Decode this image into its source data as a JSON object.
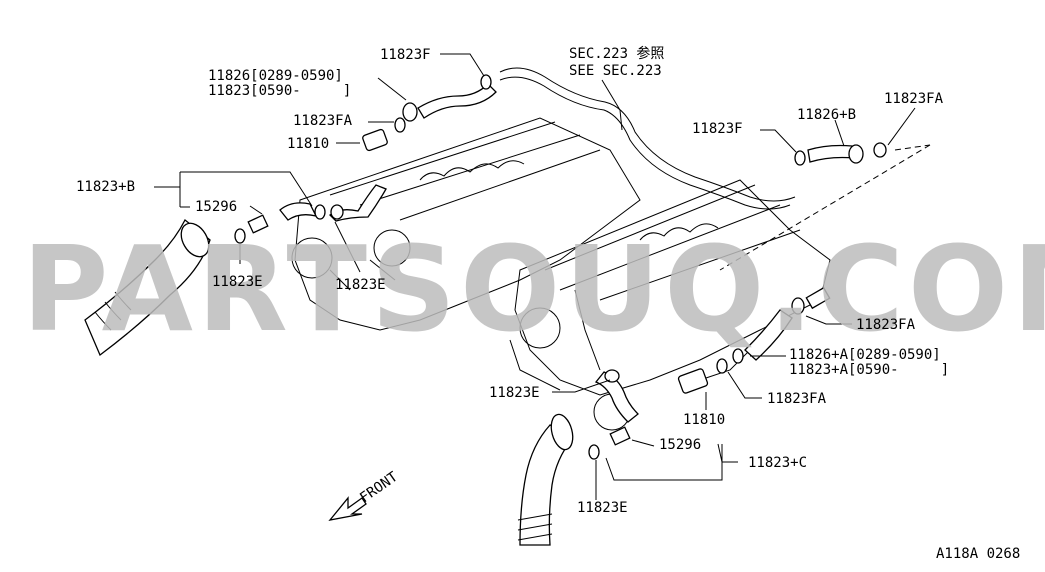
{
  "watermark": "PARTSOUQ.COM",
  "diagram_code": "A118A 0268",
  "front_label": "FRONT",
  "labels": {
    "p11823F_top": "11823F",
    "sec223_ref": "SEC.223 参照",
    "see_sec223": "SEE SEC.223",
    "p11826_range": "11826[0289-0590]",
    "p11823_range": "11823[0590-     ]",
    "p11823FA_left": "11823FA",
    "p11810_left": "11810",
    "p11823B": "11823+B",
    "p15296_left": "15296",
    "p11823E_left": "11823E",
    "p11823E_mid": "11823E",
    "p11823F_right": "11823F",
    "p11826B": "11826+B",
    "p11823FA_topright": "11823FA",
    "p11823FA_right": "11823FA",
    "p11826A_range": "11826+A[0289-0590]",
    "p11823A_range": "11823+A[0590-     ]",
    "p11823E_lower": "11823E",
    "p11810_right": "11810",
    "p11823FA_lower": "11823FA",
    "p15296_right": "15296",
    "p11823C": "11823+C",
    "p11823E_bottom": "11823E"
  }
}
